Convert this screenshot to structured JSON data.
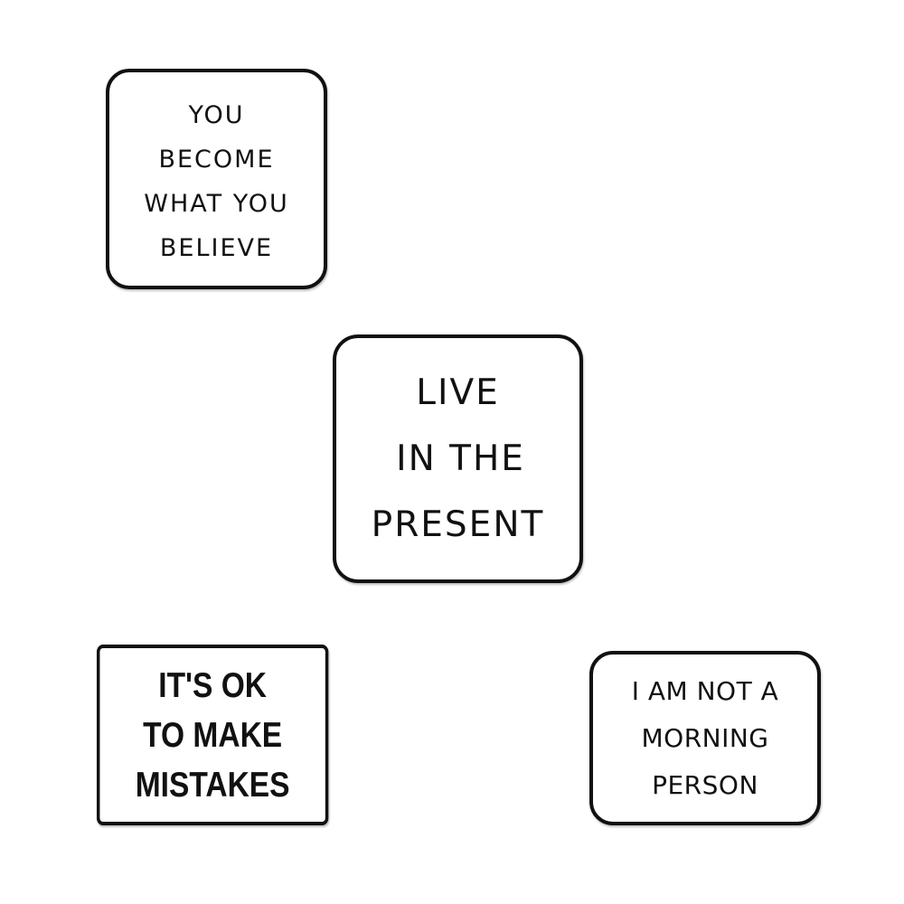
{
  "pins": [
    {
      "lines": [
        "YOU",
        "BECOME",
        "WHAT YOU",
        "BELIEVE"
      ]
    },
    {
      "lines": [
        "LIVE",
        "IN THE",
        "PRESENT"
      ]
    },
    {
      "lines": [
        "IT'S OK",
        "TO MAKE",
        "MISTAKES"
      ]
    },
    {
      "lines": [
        "I AM NOT A",
        "MORNING",
        "PERSON"
      ]
    }
  ]
}
